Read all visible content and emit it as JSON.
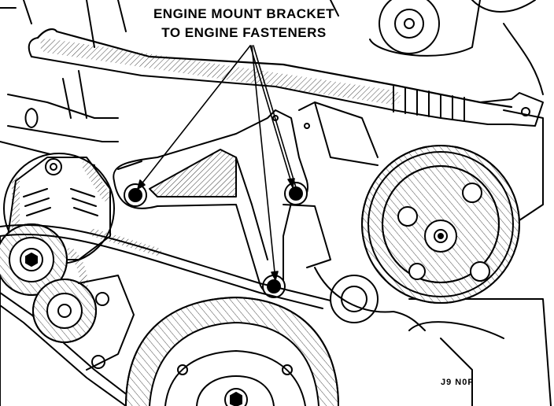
{
  "callout": {
    "line1": "ENGINE MOUNT BRACKET",
    "line2": "TO ENGINE FASTENERS"
  },
  "figure_code": "J9 N0F",
  "colors": {
    "ink": "#000000",
    "paper": "#ffffff"
  }
}
